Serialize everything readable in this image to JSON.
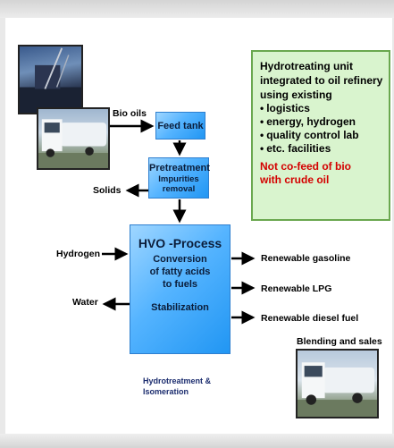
{
  "inputs": {
    "bio_oils": "Bio oils",
    "hydrogen": "Hydrogen"
  },
  "outputs": {
    "solids": "Solids",
    "water": "Water",
    "gasoline": "Renewable gasoline",
    "lpg": "Renewable LPG",
    "diesel": "Renewable diesel fuel",
    "blending": "Blending and sales"
  },
  "process": {
    "feed_tank": "Feed tank",
    "pretreatment": {
      "title": "Pretreatment",
      "line1": "Impurities",
      "line2": "removal"
    },
    "hvo": {
      "title": "HVO -Process",
      "line1": "Conversion",
      "line2": "of fatty acids",
      "line3": "to fuels",
      "stabilization": "Stabilization"
    }
  },
  "caption": {
    "line1": "Hydrotreatment &",
    "line2": "Isomeration"
  },
  "infobox": {
    "heading": [
      "Hydrotreating unit",
      "integrated to oil refinery",
      "using existing"
    ],
    "bullets": [
      "logistics",
      "energy, hydrogen",
      "quality control lab",
      "etc. facilities"
    ],
    "note": [
      "Not co-feed of bio",
      "with crude oil"
    ]
  },
  "colors": {
    "process_box": "#55b4ff",
    "infobox_bg": "#d9f4ce",
    "infobox_border": "#6aa84f",
    "note_text": "#d40000",
    "caption_text": "#1b2c6e"
  }
}
